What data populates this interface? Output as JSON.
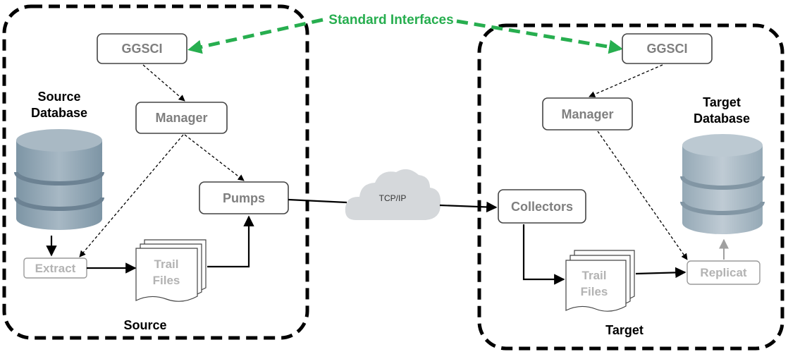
{
  "source_region": {
    "title": "Source"
  },
  "target_region": {
    "title": "Target"
  },
  "standard_interfaces": "Standard Interfaces",
  "source": {
    "db_line1": "Source",
    "db_line2": "Database",
    "ggsci": "GGSCI",
    "manager": "Manager",
    "pumps": "Pumps",
    "extract": "Extract",
    "trail_line1": "Trail",
    "trail_line2": "Files"
  },
  "network": {
    "label": "TCP/IP"
  },
  "target": {
    "db_line1": "Target",
    "db_line2": "Database",
    "ggsci": "GGSCI",
    "manager": "Manager",
    "collectors": "Collectors",
    "replicat": "Replicat",
    "trail_line1": "Trail",
    "trail_line2": "Files"
  },
  "colors": {
    "interface_green": "#27ae4f",
    "database_blue": "#8ea4b2",
    "cloud_gray": "#d5d8db"
  }
}
